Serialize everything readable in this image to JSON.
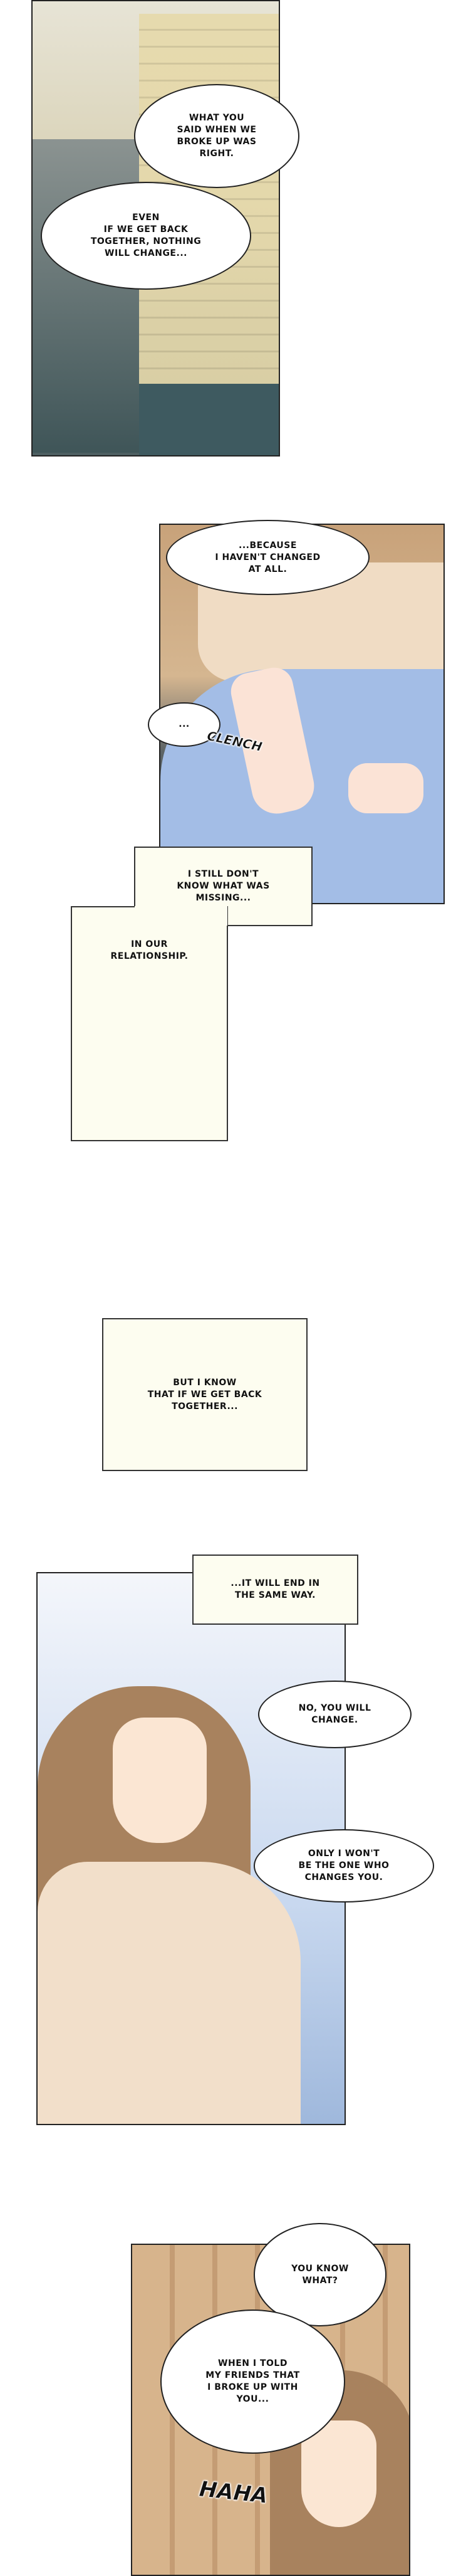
{
  "panels": [
    {
      "bubbles": [
        "What you\nsaid when we\nbroke up was\nright.",
        "Even\nif we get back\ntogether, nothing\nwill change..."
      ]
    },
    {
      "bubbles": [
        "...Because\nI haven't changed\nat all.",
        "..."
      ],
      "sfx": "CLENCH"
    },
    {
      "captions": [
        "I still don't\nknow what was\nmissing...",
        "In our\nrelationship."
      ]
    },
    {
      "captions": [
        "But I know\nthat if we get back\ntogether..."
      ]
    },
    {
      "captions": [
        "...It will end in\nthe same way."
      ],
      "bubbles": [
        "No, you will\nchange.",
        "Only I won't\nbe the one who\nchanges you."
      ]
    },
    {
      "bubbles": [
        "You know\nwhat?",
        "When I told\nmy friends that\nI broke up with\nyou..."
      ],
      "sfx": "HAHA"
    }
  ],
  "colors": {
    "caption_bg": "#fdfdf0",
    "skirt": "#a3bde6",
    "blouse": "#f0dcc4",
    "hair": "#a8825e",
    "brick": "#e3d6a8"
  }
}
